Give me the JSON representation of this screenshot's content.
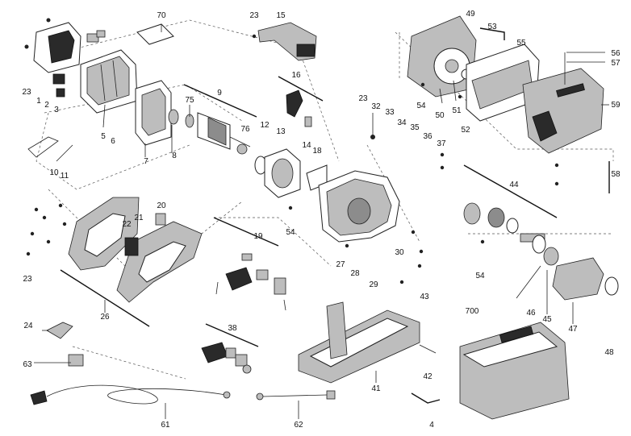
{
  "part_numbers": [
    "1",
    "2",
    "3",
    "4",
    "5",
    "6",
    "7",
    "8",
    "9",
    "10",
    "11",
    "12",
    "13",
    "14",
    "15",
    "16",
    "18",
    "19",
    "20",
    "21",
    "22",
    "23",
    "24",
    "26",
    "27",
    "28",
    "29",
    "30",
    "32",
    "33",
    "34",
    "35",
    "36",
    "37",
    "38",
    "41",
    "42",
    "43",
    "44",
    "45",
    "46",
    "47",
    "48",
    "49",
    "50",
    "51",
    "52",
    "53",
    "54",
    "55",
    "56",
    "57",
    "58",
    "59",
    "61",
    "62",
    "63",
    "70",
    "75",
    "76",
    "700"
  ],
  "labels": {
    "p1": "1",
    "p2": "2",
    "p3": "3",
    "p4": "4",
    "p5": "5",
    "p6": "6",
    "p7": "7",
    "p8": "8",
    "p9": "9",
    "p10": "10",
    "p11": "11",
    "p12": "12",
    "p13": "13",
    "p14": "14",
    "p15": "15",
    "p16": "16",
    "p18": "18",
    "p19": "19",
    "p20": "20",
    "p21": "21",
    "p22": "22",
    "p23a": "23",
    "p23b": "23",
    "p23c": "23",
    "p23d": "23",
    "p24": "24",
    "p26": "26",
    "p27": "27",
    "p28": "28",
    "p29": "29",
    "p30": "30",
    "p32": "32",
    "p33": "33",
    "p34": "34",
    "p35": "35",
    "p36": "36",
    "p37": "37",
    "p38": "38",
    "p41": "41",
    "p42": "42",
    "p43": "43",
    "p44": "44",
    "p45": "45",
    "p46": "46",
    "p47": "47",
    "p48": "48",
    "p49": "49",
    "p50": "50",
    "p51": "51",
    "p52": "52",
    "p53": "53",
    "p54a": "54",
    "p54b": "54",
    "p54c": "54",
    "p55": "55",
    "p56": "56",
    "p57": "57",
    "p58": "58",
    "p59": "59",
    "p61": "61",
    "p62": "62",
    "p63": "63",
    "p70": "70",
    "p75": "75",
    "p76": "76",
    "p700": "700"
  },
  "colors": {
    "line": "#222222",
    "part_dark": "#2a2a2a",
    "part_grey": "#bdbdbd",
    "background": "#ffffff"
  }
}
